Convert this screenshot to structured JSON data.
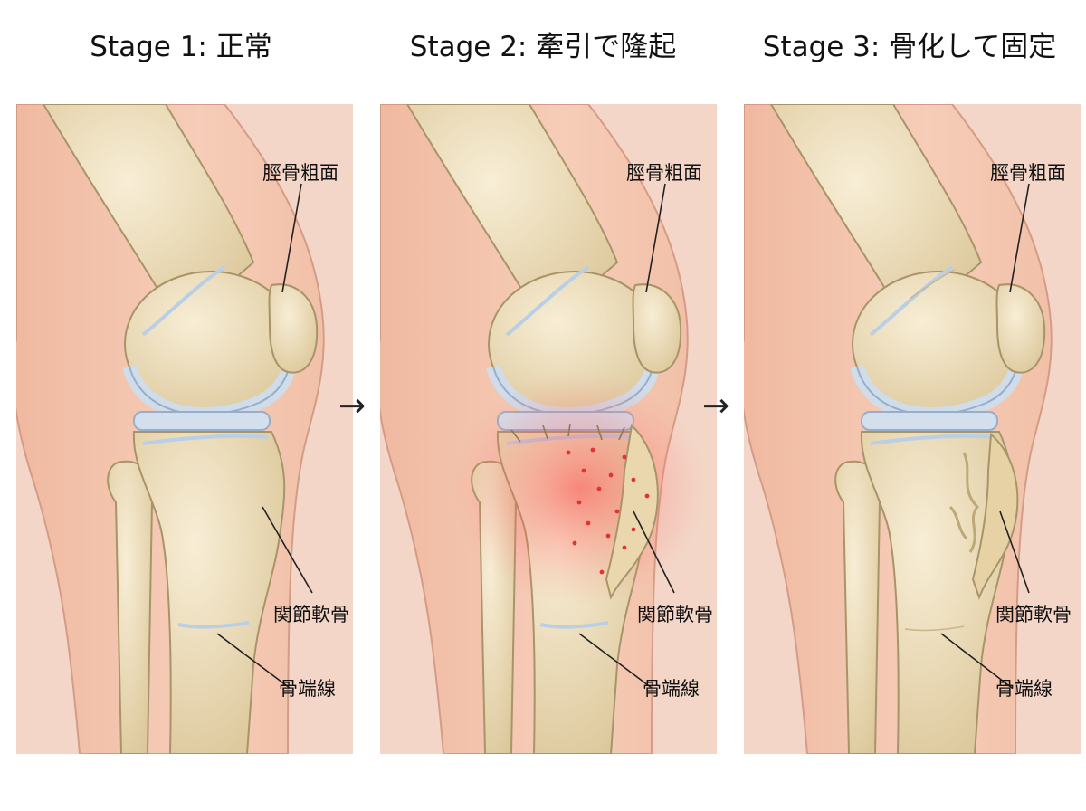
{
  "stages": [
    {
      "title": "Stage 1: 正常",
      "labels": {
        "tuberosity": "脛骨粗面",
        "cartilage": "関節軟骨",
        "growth_plate": "骨端線"
      }
    },
    {
      "title": "Stage 2: 牽引で隆起",
      "labels": {
        "tuberosity": "脛骨粗面",
        "cartilage": "関節軟骨",
        "growth_plate": "骨端線"
      }
    },
    {
      "title": "Stage 3: 骨化して固定",
      "labels": {
        "tuberosity": "脛骨粗面",
        "cartilage": "関節軟骨",
        "growth_plate": "骨端線"
      }
    }
  ],
  "arrows": [
    "→",
    "→"
  ],
  "colors": {
    "skin": "#f4c7b0",
    "skin_edge": "#d9a08a",
    "bone": "#ecdcb6",
    "bone_edge": "#a89468",
    "cartilage": "#cfdcea",
    "inflammation": "#ff4040"
  }
}
